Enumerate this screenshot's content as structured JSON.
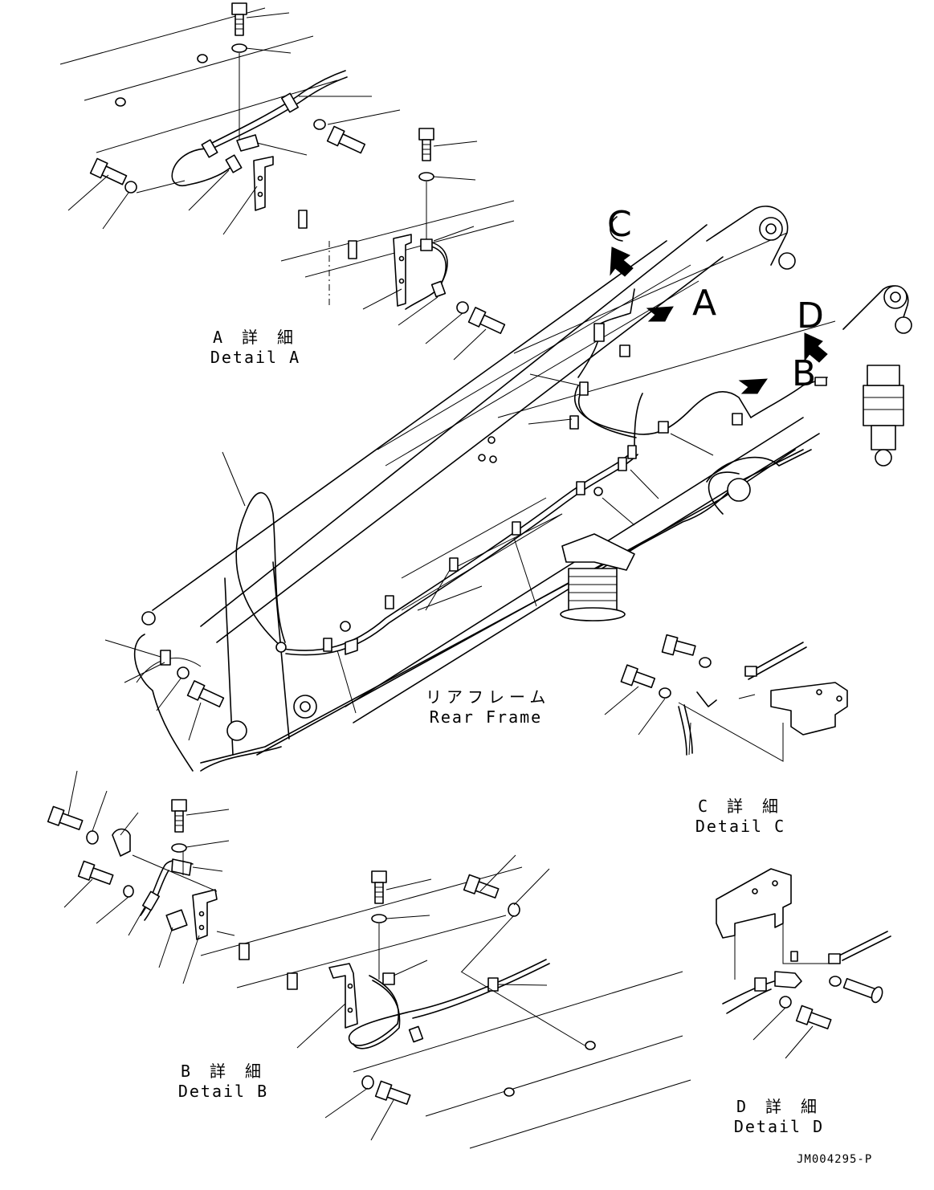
{
  "callouts": {
    "a": "A",
    "b": "B",
    "c": "C",
    "d": "D"
  },
  "details": {
    "a": {
      "jp": "A 詳 細",
      "en": "Detail A"
    },
    "b": {
      "jp": "B 詳 細",
      "en": "Detail B"
    },
    "c": {
      "jp": "C 詳 細",
      "en": "Detail C"
    },
    "d": {
      "jp": "D 詳 細",
      "en": "Detail D"
    }
  },
  "frame": {
    "jp": "リアフレーム",
    "en": "Rear Frame"
  },
  "drawing_code": "JM004295-P"
}
